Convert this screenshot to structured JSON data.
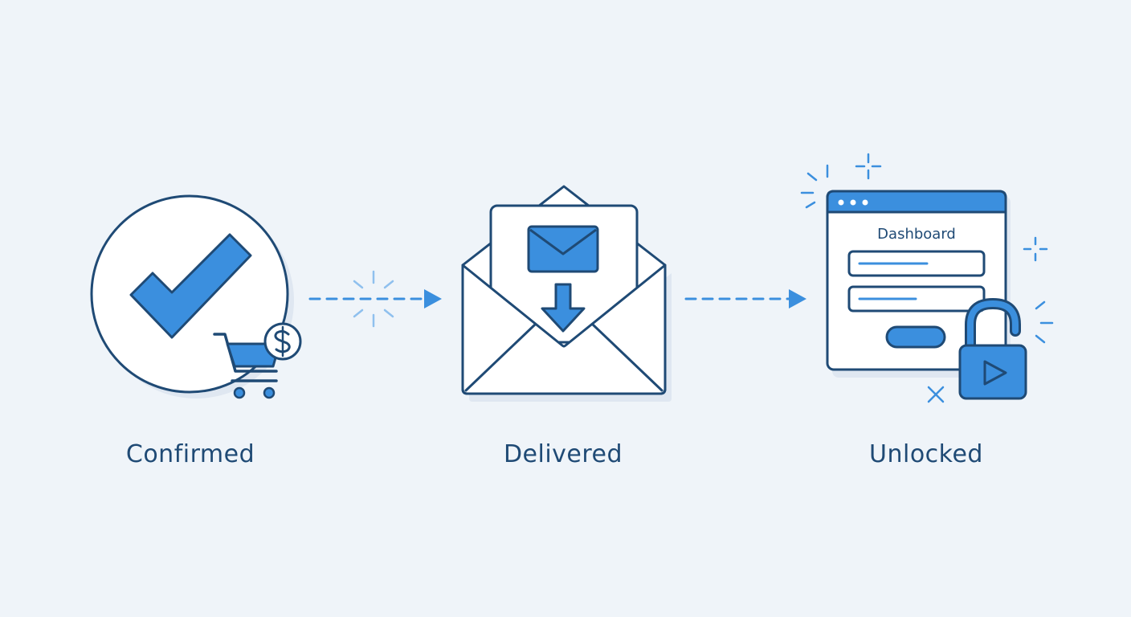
{
  "colors": {
    "background": "#eff4f9",
    "outline": "#1f4a75",
    "accent": "#3b8fde",
    "accent_light": "#8fc0ee",
    "panel": "#ffffff",
    "shadow": "#dfe7f1"
  },
  "steps": [
    {
      "label": "Confirmed",
      "icons": [
        "checkmark-circle-icon",
        "shopping-cart-icon",
        "dollar-coin-icon"
      ]
    },
    {
      "label": "Delivered",
      "icons": [
        "open-envelope-icon",
        "letter-icon",
        "download-arrow-icon"
      ]
    },
    {
      "label": "Unlocked",
      "icons": [
        "browser-window-icon",
        "unlocked-padlock-icon",
        "play-icon"
      ],
      "window_title": "Dashboard"
    }
  ],
  "connectors": [
    "dashed-arrow-right",
    "dashed-arrow-right"
  ]
}
